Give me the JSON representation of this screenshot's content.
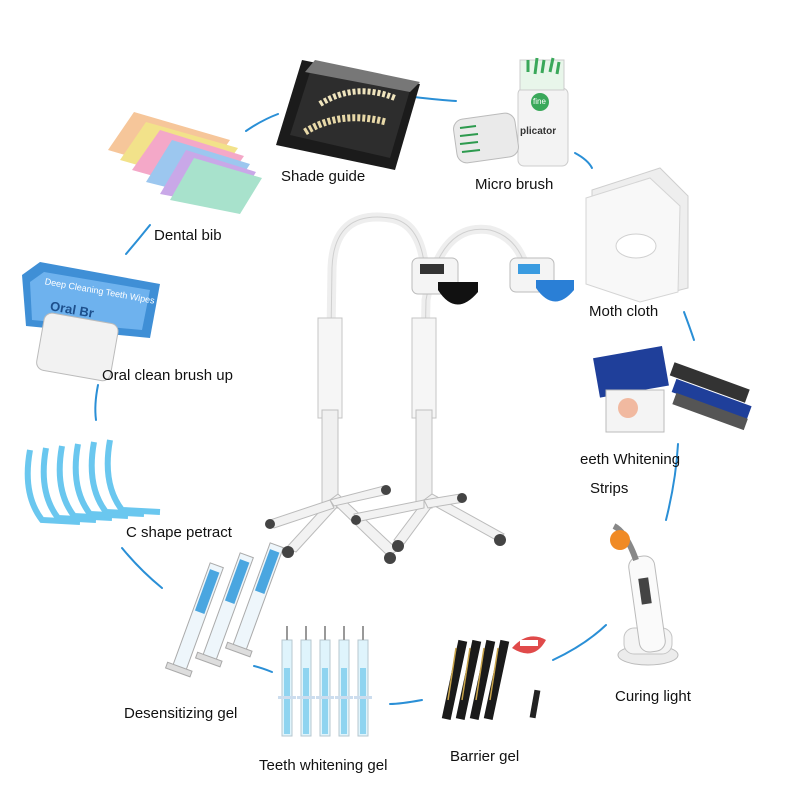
{
  "labels": {
    "shade_guide": "Shade guide",
    "micro_brush": "Micro brush",
    "dental_bib": "Dental bib",
    "moth_cloth": "Moth cloth",
    "oral_clean": "Oral clean brush up",
    "strips_line1": "eeth Whitening",
    "strips_line2": "Strips",
    "c_shape": "C shape petract",
    "curing_light": "Curing light",
    "desensitizing": "Desensitizing gel",
    "whitening_gel": "Teeth whitening gel",
    "barrier_gel": "Barrier gel"
  },
  "product_text": {
    "wipe_title": "Deep Cleaning Teeth Wipes",
    "wipe_sub": "Oral Br",
    "brush_label": "fine",
    "brush_text": "plicator"
  },
  "colors": {
    "connector": "#2a8fd6",
    "lamp_blue": "#3a9be0",
    "gel_blue": "#8fd4f0"
  }
}
